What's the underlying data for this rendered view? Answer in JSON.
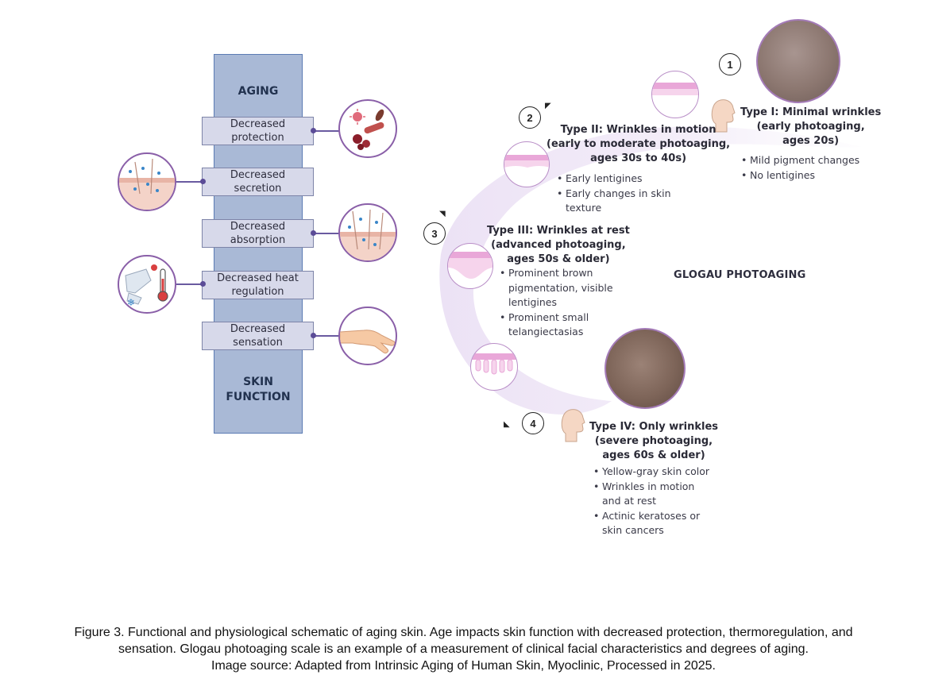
{
  "left": {
    "top_label": "AGING",
    "bottom_label": "SKIN\nFUNCTION",
    "functions": [
      {
        "label": "Decreased protection"
      },
      {
        "label": "Decreased secretion"
      },
      {
        "label": "Decreased absorption"
      },
      {
        "label": "Decreased heat regulation"
      },
      {
        "label": "Decreased sensation"
      }
    ]
  },
  "right": {
    "title": "GLOGAU PHOTOAGING",
    "types": [
      {
        "number": "1",
        "heading": "Type I: Minimal wrinkles\n(early photoaging,\nages 20s)",
        "bullets": [
          "Mild pigment changes",
          "No lentigines"
        ]
      },
      {
        "number": "2",
        "heading": "Type II: Wrinkles in motion\n(early to moderate photoaging,\nages 30s to 40s)",
        "bullets": [
          "Early lentigines",
          "Early changes in skin\ntexture"
        ]
      },
      {
        "number": "3",
        "heading": "Type III: Wrinkles at rest\n(advanced photoaging,\nages 50s & older)",
        "bullets": [
          "Prominent brown\npigmentation, visible\nlentigines",
          "Prominent small\ntelangiectasias"
        ]
      },
      {
        "number": "4",
        "heading": "Type IV: Only wrinkles\n(severe photoaging,\nages 60s & older)",
        "bullets": [
          "Yellow-gray skin color",
          "Wrinkles in motion\nand at rest",
          "Actinic keratoses or\nskin cancers"
        ]
      }
    ]
  },
  "caption": {
    "line1": "Figure 3. Functional and physiological schematic of aging skin. Age impacts skin function with decreased protection, thermoregulation, and",
    "line2": "sensation. Glogau photoaging scale is an example of a measurement of clinical facial characteristics and degrees of aging.",
    "line3": "Image source: Adapted from Intrinsic Aging of Human Skin, Myoclinic, Processed in 2025."
  },
  "colors": {
    "pillar": "#a9b9d6",
    "box": "#d7d9ea",
    "accent_purple": "#8a5fa8",
    "swoosh": "#efe6f6"
  },
  "icons": [
    "pathogens-icon",
    "skin-secretion-icon",
    "skin-absorption-icon",
    "temperature-icon",
    "hand-touch-icon",
    "face-profile-icon"
  ]
}
